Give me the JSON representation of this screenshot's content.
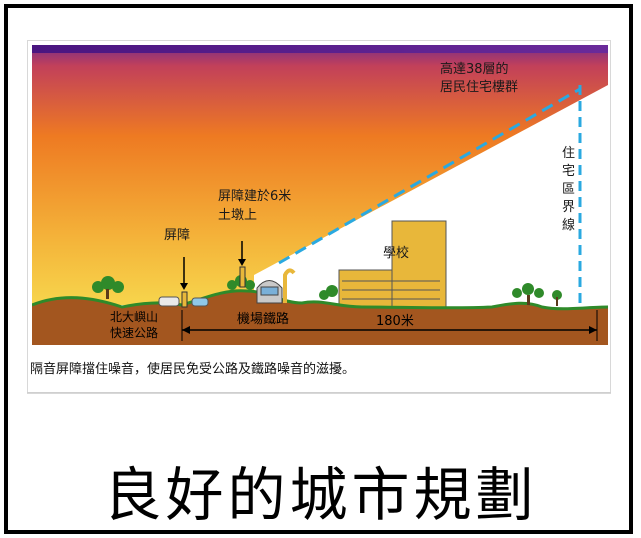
{
  "diagram": {
    "labels": {
      "high_rise": [
        "高達38層的",
        "居民住宅樓群"
      ],
      "boundary": [
        "住",
        "宅",
        "區",
        "界",
        "線"
      ],
      "barrier_on_mound": [
        "屏障建於6米",
        "土墩上"
      ],
      "barrier": "屏障",
      "school": "學校",
      "highway": [
        "北大嶼山",
        "快速公路"
      ],
      "railway": "機場鐵路",
      "distance": "180米"
    },
    "colors": {
      "sky_top": "#5a1a8c",
      "sky_warm": "#f28c1e",
      "sky_light": "#f5d04a",
      "ground": "#a3561f",
      "grass": "#2f8a2a",
      "sight_line": "#2aa9e0",
      "building": "#e8b73a"
    }
  },
  "caption": "隔音屏障擋住噪音，使居民免受公路及鐵路噪音的滋擾。",
  "title": "良好的城市規劃"
}
